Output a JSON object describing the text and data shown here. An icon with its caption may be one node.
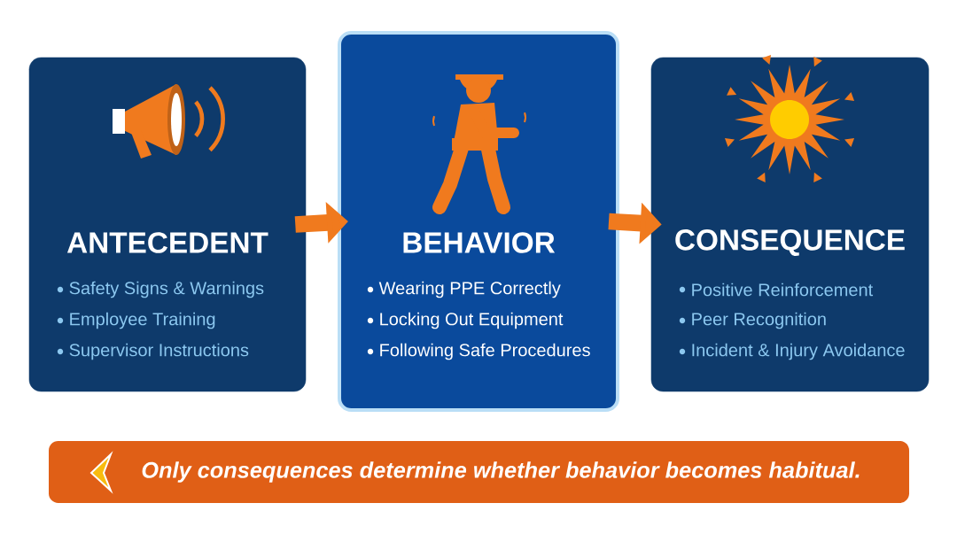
{
  "diagram": {
    "nodes": [
      {
        "text": [
          "ANTECEDENT",
          "Safety Signs & Warnings",
          "Employee Training",
          "Supervisor Instructions"
        ]
      },
      {
        "text": [
          "BEHAVIOR",
          "Wearing PPE Correctly",
          "Locking Out Equipment",
          "Following Safe Procedures"
        ]
      },
      {
        "text": [
          "CONSEQUENCE",
          "Positive Reinforcement",
          "Peer Recognition",
          "Incident & Injury Avoidance"
        ]
      },
      {
        "text": [
          "Only consequences determine whether behavior becomes habitual."
        ]
      }
    ],
    "edges": [
      {
        "from": 0,
        "to": 1,
        "arrow": "to"
      },
      {
        "from": 1,
        "to": 2,
        "arrow": "to"
      }
    ]
  }
}
